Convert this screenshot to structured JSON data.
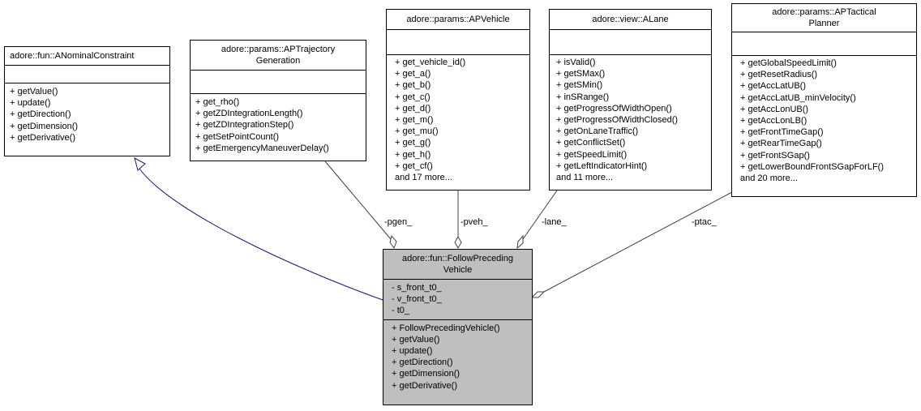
{
  "classes": {
    "nominal": {
      "title_lines": [
        "adore::fun::ANominalConstraint"
      ],
      "attributes": [],
      "methods": [
        "+ getValue()",
        "+ update()",
        "+ getDirection()",
        "+ getDimension()",
        "+ getDerivative()"
      ]
    },
    "trajgen": {
      "title_lines": [
        "adore::params::APTrajectory",
        "Generation"
      ],
      "attributes": [],
      "methods": [
        "+ get_rho()",
        "+ getZDIntegrationLength()",
        "+ getZDIntegrationStep()",
        "+ getSetPointCount()",
        "+ getEmergencyManeuverDelay()"
      ]
    },
    "vehicle": {
      "title_lines": [
        "adore::params::APVehicle"
      ],
      "attributes": [],
      "methods": [
        "+ get_vehicle_id()",
        "+ get_a()",
        "+ get_b()",
        "+ get_c()",
        "+ get_d()",
        "+ get_m()",
        "+ get_mu()",
        "+ get_g()",
        "+ get_h()",
        "+ get_cf()",
        "and 17 more..."
      ]
    },
    "lane": {
      "title_lines": [
        "adore::view::ALane"
      ],
      "attributes": [],
      "methods": [
        "+ isValid()",
        "+ getSMax()",
        "+ getSMin()",
        "+ inSRange()",
        "+ getProgressOfWidthOpen()",
        "+ getProgressOfWidthClosed()",
        "+ getOnLaneTraffic()",
        "+ getConflictSet()",
        "+ getSpeedLimit()",
        "+ getLeftIndicatorHint()",
        "and 11 more..."
      ]
    },
    "tactical": {
      "title_lines": [
        "adore::params::APTactical",
        "Planner"
      ],
      "attributes": [],
      "methods": [
        "+ getGlobalSpeedLimit()",
        "+ getResetRadius()",
        "+ getAccLatUB()",
        "+ getAccLatUB_minVelocity()",
        "+ getAccLonUB()",
        "+ getAccLonLB()",
        "+ getFrontTimeGap()",
        "+ getRearTimeGap()",
        "+ getFrontSGap()",
        "+ getLowerBoundFrontSGapForLF()",
        "and 20 more..."
      ]
    },
    "follow": {
      "title_lines": [
        "adore::fun::FollowPreceding",
        "Vehicle"
      ],
      "attributes": [
        "- s_front_t0_",
        "- v_front_t0_",
        "- t0_"
      ],
      "methods": [
        "+ FollowPrecedingVehicle()",
        "+ getValue()",
        "+ update()",
        "+ getDirection()",
        "+ getDimension()",
        "+ getDerivative()"
      ]
    }
  },
  "edges": {
    "pgen": "-pgen_",
    "pveh": "-pveh_",
    "lane": "-lane_",
    "ptac": "-ptac_"
  },
  "colors": {
    "inheritance_line": "#191970",
    "association_line": "#404040",
    "focus_fill": "#bfbfbf"
  }
}
